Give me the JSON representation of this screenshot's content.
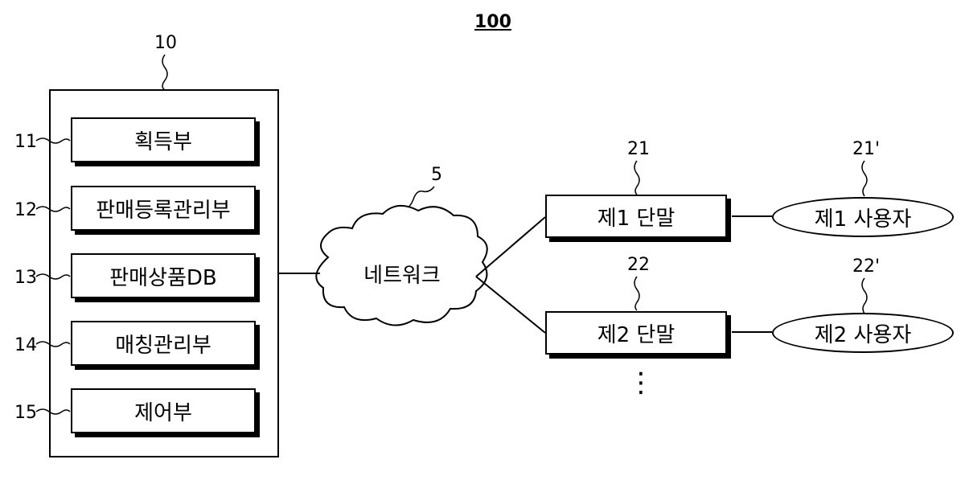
{
  "system_ref": "100",
  "server": {
    "ref": "10",
    "modules": [
      {
        "ref": "11",
        "label": "획득부"
      },
      {
        "ref": "12",
        "label": "판매등록관리부"
      },
      {
        "ref": "13",
        "label": "판매상품DB"
      },
      {
        "ref": "14",
        "label": "매칭관리부"
      },
      {
        "ref": "15",
        "label": "제어부"
      }
    ]
  },
  "network": {
    "ref": "5",
    "label": "네트워크"
  },
  "terminals": [
    {
      "ref": "21",
      "label": "제1 단말",
      "user_ref": "21'",
      "user_label": "제1 사용자"
    },
    {
      "ref": "22",
      "label": "제2 단말",
      "user_ref": "22'",
      "user_label": "제2 사용자"
    }
  ],
  "continuation": "⋮"
}
